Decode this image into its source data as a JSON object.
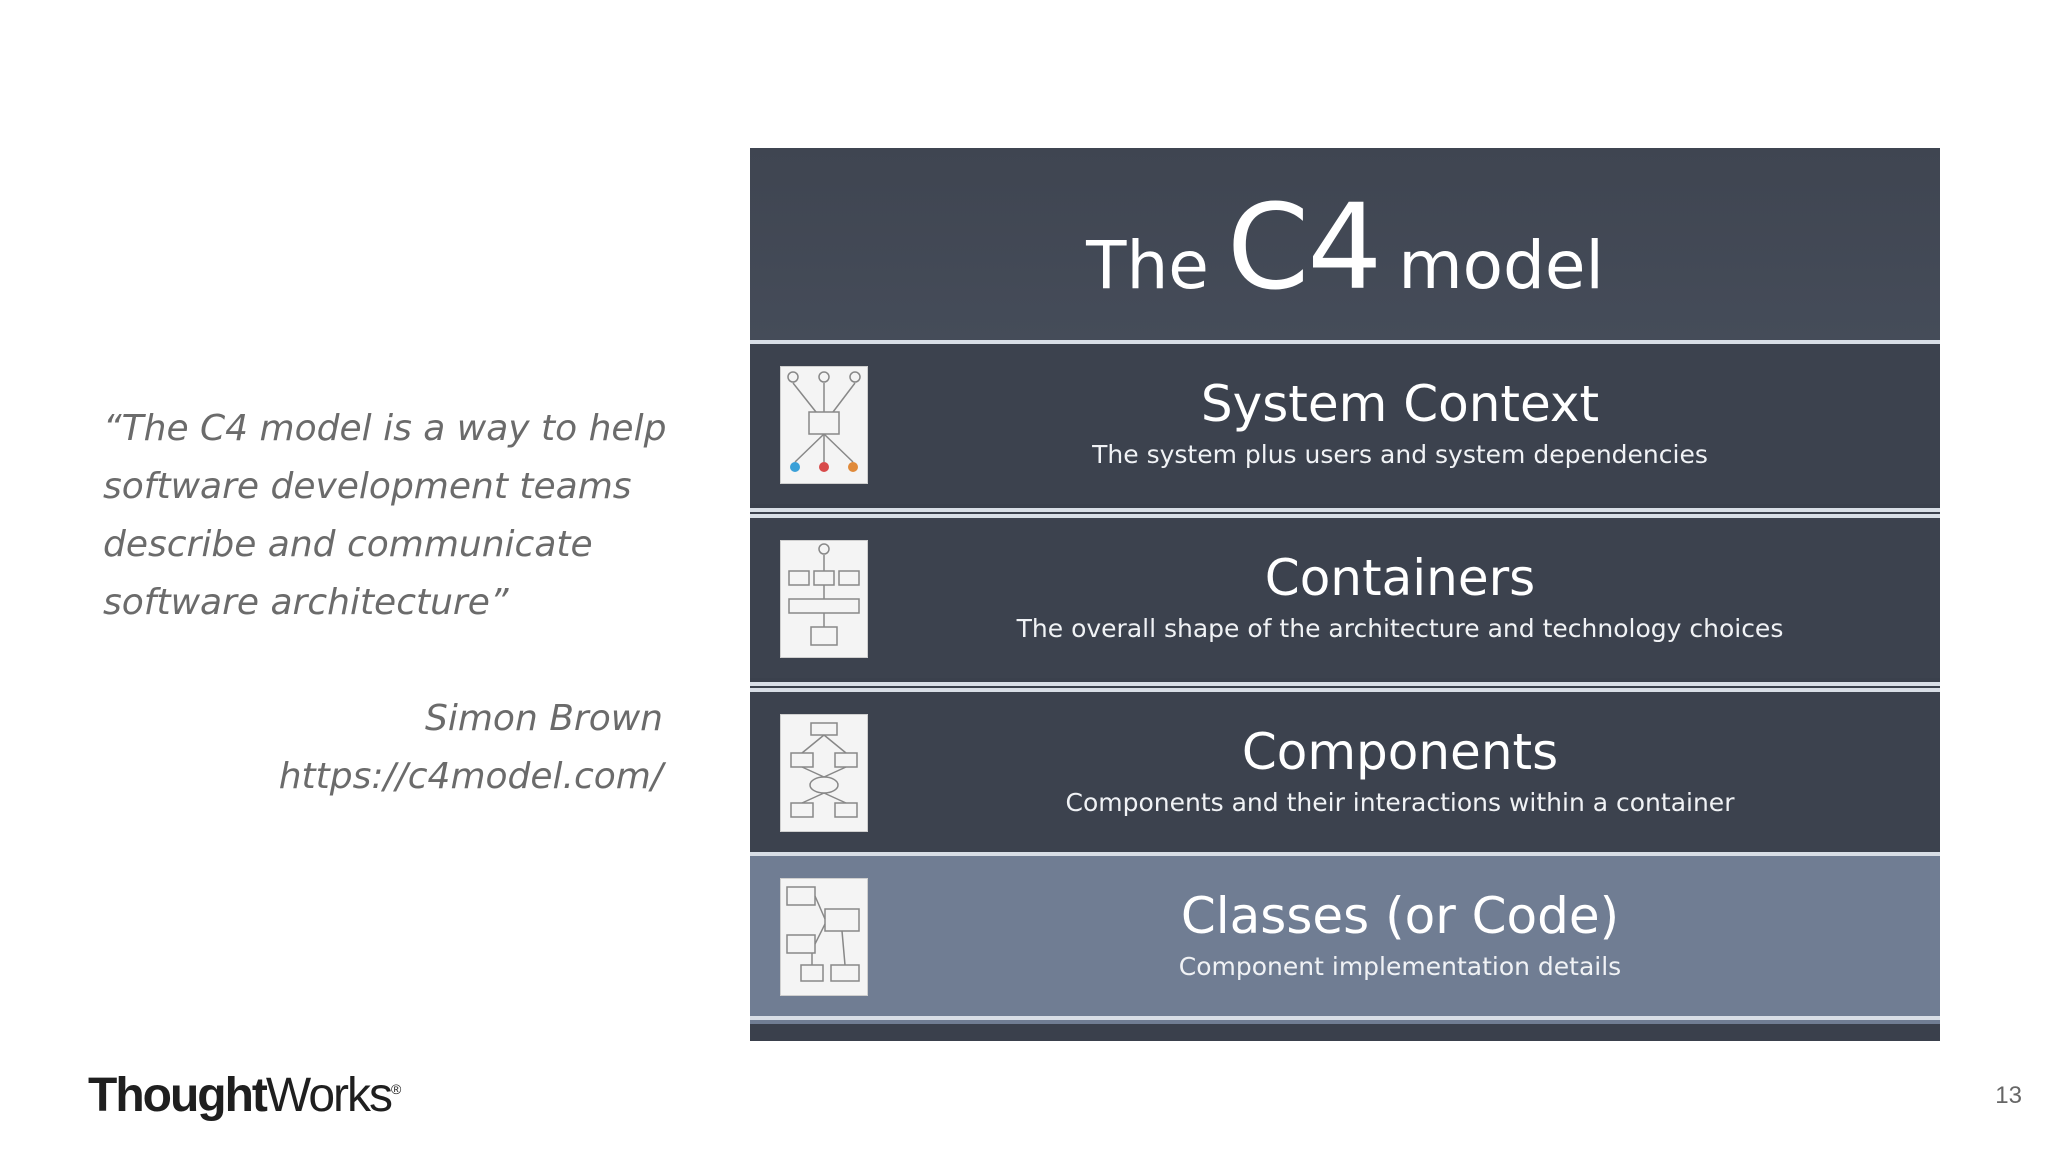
{
  "quote": {
    "lines": [
      "“The C4 model is a way to help",
      "software development teams",
      "describe and communicate",
      "software architecture”"
    ],
    "author": "Simon Brown",
    "url": "https://c4model.com/"
  },
  "c4": {
    "title_the": "The",
    "title_c4": "C4",
    "title_model": "model",
    "levels": [
      {
        "title": "System Context",
        "subtitle": "The system plus users and system dependencies",
        "thumb": "context-diagram-icon"
      },
      {
        "title": "Containers",
        "subtitle": "The overall shape of the architecture and technology choices",
        "thumb": "container-diagram-icon"
      },
      {
        "title": "Components",
        "subtitle": "Components and their interactions within a container",
        "thumb": "component-diagram-icon"
      },
      {
        "title": "Classes (or Code)",
        "subtitle": "Component implementation details",
        "thumb": "code-diagram-icon"
      }
    ],
    "colors": {
      "dark_band": "#3c424e",
      "highlight_band": "#707d93",
      "divider": "#d8dee6"
    }
  },
  "footer": {
    "logo_bold": "Thought",
    "logo_regular": "Works",
    "logo_mark": "®",
    "page_number": "13"
  }
}
